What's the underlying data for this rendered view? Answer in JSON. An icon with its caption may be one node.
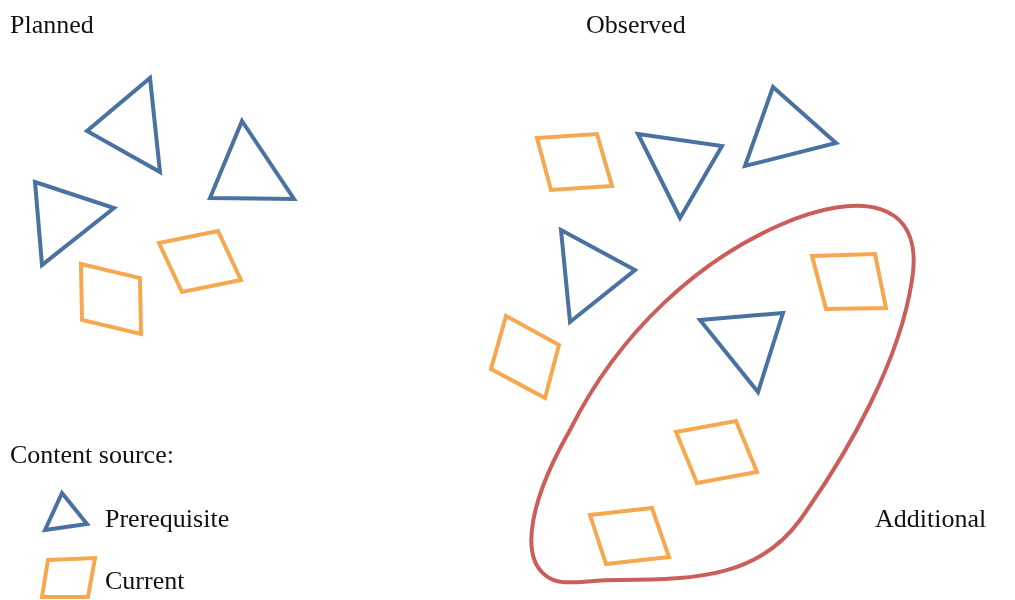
{
  "diagram": {
    "labels": [
      "Planned",
      "Observed",
      "Content source:",
      "Additional"
    ],
    "legend": [
      {
        "text": "Prerequisite"
      },
      {
        "text": "Current"
      }
    ]
  }
}
